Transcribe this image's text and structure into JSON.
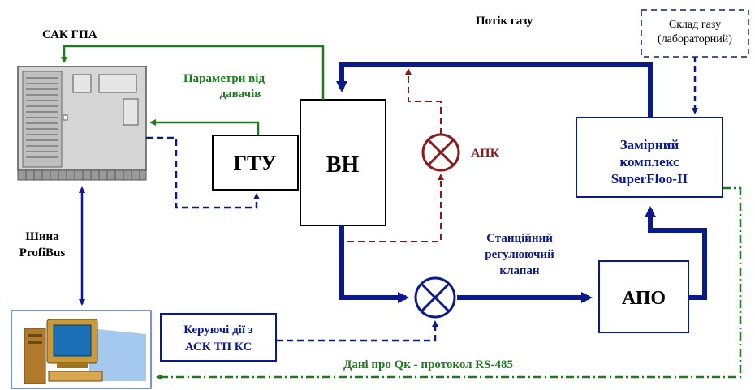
{
  "labels": {
    "sak_gpa": "САК ГПА",
    "gas_flow": "Потік газу",
    "params_line1": "Параметри від",
    "params_line2": "давачів",
    "gtu": "ГТУ",
    "vn": "ВН",
    "apk": "АПК",
    "gas_comp_line1": "Склад газу",
    "gas_comp_line2": "(лабораторний)",
    "meter_line1": "Замірний",
    "meter_line2": "комплекс",
    "meter_line3": "SuperFloo-II",
    "bus_line1": "Шина",
    "bus_line2": "ProfiBus",
    "valve_line1": "Станційний",
    "valve_line2": "регулюючий",
    "valve_line3": "клапан",
    "apo": "АПО",
    "control_line1": "Керуючі дії з",
    "control_line2": "АСК ТП КС",
    "data_line": "Дані про Qк - протокол RS-485"
  },
  "colors": {
    "blue": "#0a1a8c",
    "green": "#1f7a1f",
    "red": "#8b1a1a",
    "dark": "#000000",
    "cabinet": "#d9d9d9",
    "monitor": "#c89a3a"
  },
  "icons": {
    "controller": "plc-cabinet-icon",
    "workstation": "computer-workstation-icon",
    "valve": "valve-icon"
  }
}
